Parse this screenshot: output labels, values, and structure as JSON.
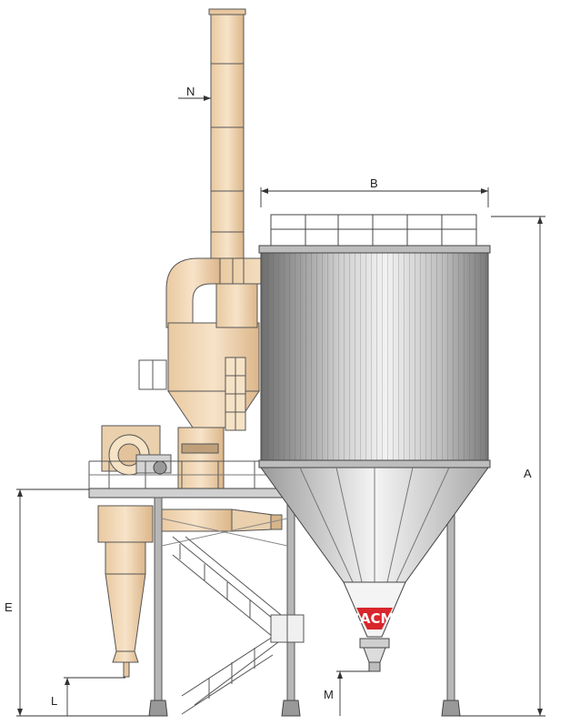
{
  "dimensions": {
    "A": "A",
    "B": "B",
    "E": "E",
    "L": "L",
    "M": "M",
    "N": "N"
  },
  "logo": {
    "text": "SACMI",
    "color": "#d8262c"
  },
  "colors": {
    "cyclone_body": "#f2d9b8",
    "cyclone_shade": "#e2bf94",
    "silo_body": "#d9d9d9",
    "silo_dark": "#8a8a8a",
    "structure": "#9a9a9a",
    "outline": "#444444"
  }
}
